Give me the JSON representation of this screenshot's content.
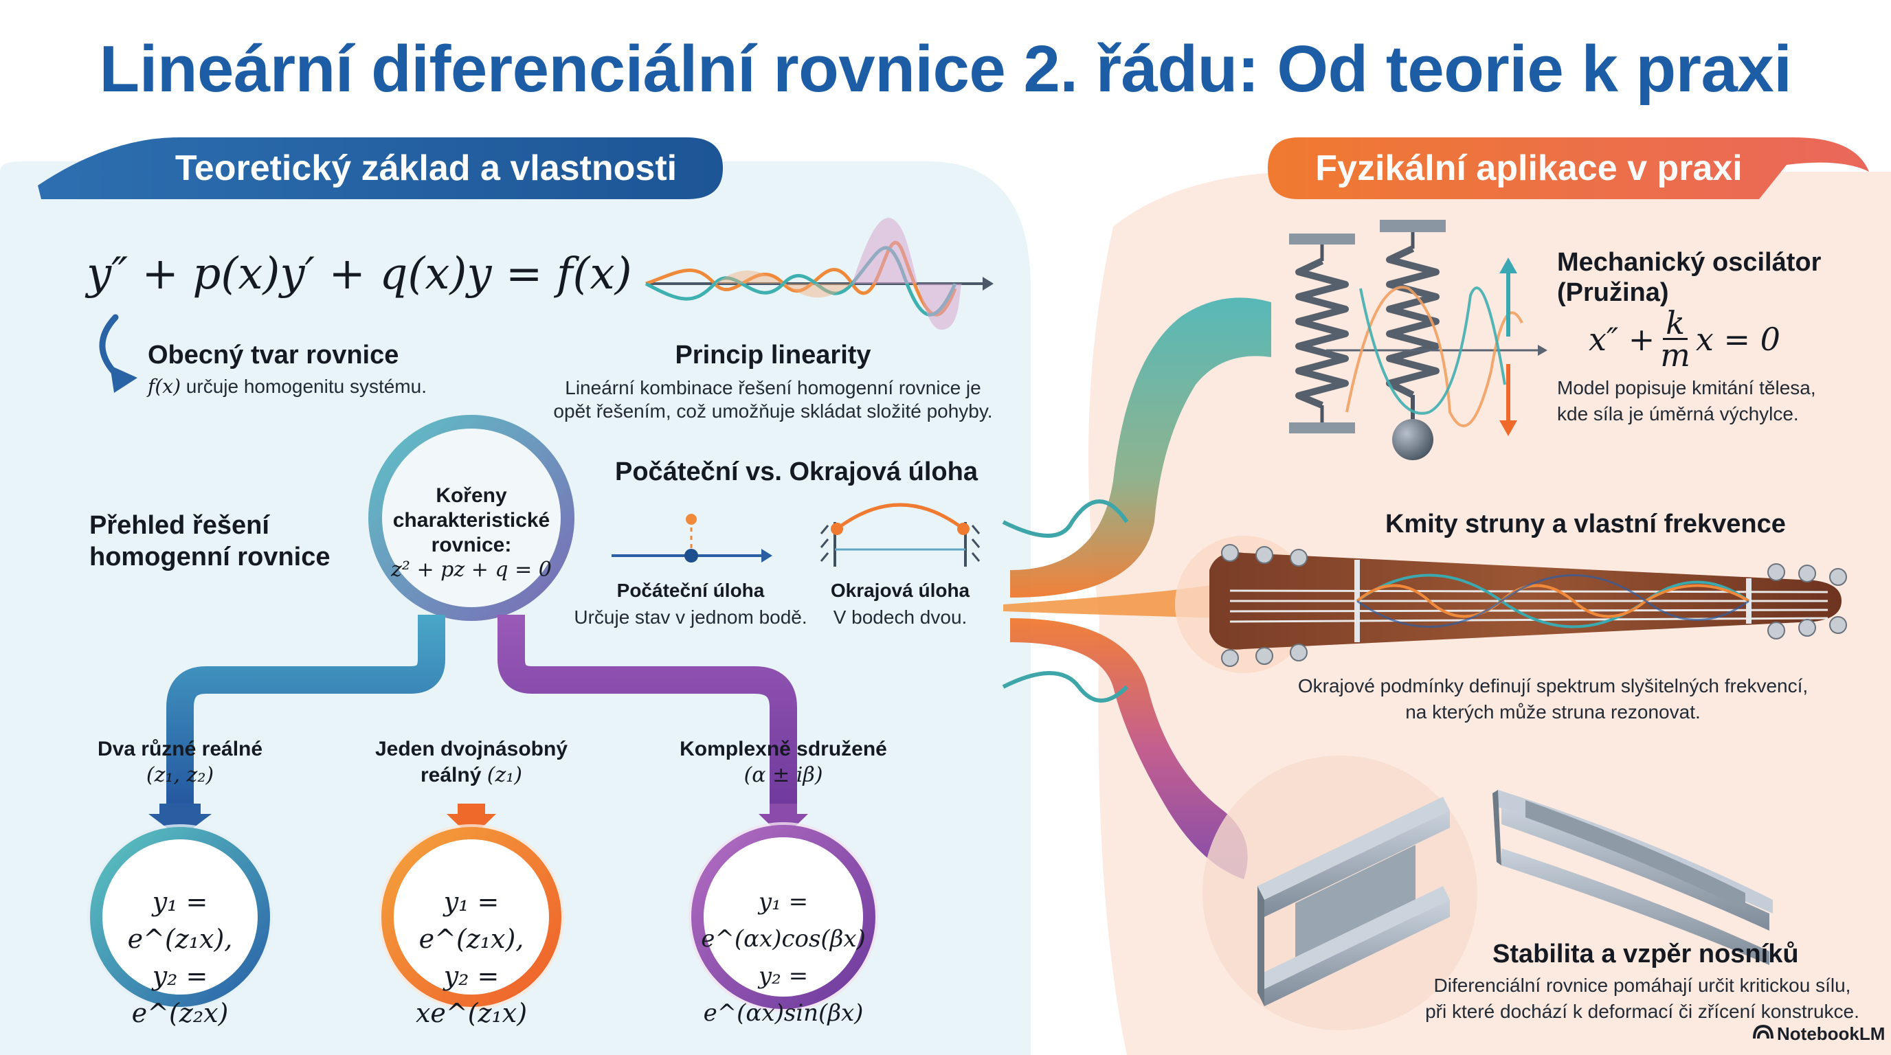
{
  "title": "Lineární diferenciální rovnice 2. řádu: Od teorie k praxi",
  "left_banner": "Teoretický základ a vlastnosti",
  "right_banner": "Fyzikální aplikace v praxi",
  "general_form": {
    "equation": "y″ + p(x)y′ + q(x)y = f(x)",
    "heading": "Obecný tvar rovnice",
    "note_math": "f(x)",
    "note_text": " určuje homogenitu systému."
  },
  "linearity": {
    "heading": "Princip linearity",
    "line1": "Lineární kombinace řešení homogenní rovnice je",
    "line2": "opět řešením, což umožňuje skládat složité pohyby."
  },
  "overview": {
    "line1": "Přehled řešení",
    "line2": "homogenní rovnice"
  },
  "roots": {
    "line1": "Kořeny",
    "line2": "charakteristické",
    "line3": "rovnice:",
    "equation": "z² + pz + q = 0"
  },
  "tasks": {
    "heading": "Počáteční vs. Okrajová úloha",
    "initial_title": "Počáteční úloha",
    "initial_desc": "Určuje stav v jednom bodě.",
    "boundary_title": "Okrajová úloha",
    "boundary_desc": "V bodech dvou."
  },
  "cases": [
    {
      "title": "Dva různé reálné",
      "sub": "(z₁, z₂)",
      "sol1": "y₁ = e^(z₁x),",
      "sol2": "y₂ = e^(z₂x)"
    },
    {
      "title": "Jeden dvojnásobný",
      "title2": "reálný",
      "sub": "(z₁)",
      "sol1": "y₁ = e^(z₁x),",
      "sol2": "y₂ = xe^(z₁x)"
    },
    {
      "title": "Komplexně sdružené",
      "sub": "(α ± iβ)",
      "sol1": "y₁ = e^(αx)cos(βx)",
      "sol2": "y₂ = e^(αx)sin(βx)"
    }
  ],
  "oscillator": {
    "heading1": "Mechanický oscilátor",
    "heading2": "(Pružina)",
    "equation_left": "x″ +",
    "frac_num": "k",
    "frac_den": "m",
    "equation_right": "x = 0",
    "desc1": "Model popisuje kmitání tělesa,",
    "desc2": "kde síla je úměrná výchylce."
  },
  "string": {
    "heading": "Kmity struny a vlastní frekvence",
    "desc1": "Okrajové podmínky definují spektrum slyšitelných frekvencí,",
    "desc2": "na kterých může struna rezonovat."
  },
  "beam": {
    "heading": "Stabilita a vzpěr nosníků",
    "desc1": "Diferenciální rovnice pomáhají určit kritickou sílu,",
    "desc2": "při které dochází k deformací či zřícení konstrukce."
  },
  "brand": "NotebookLM",
  "colors": {
    "title_blue": "#1d5da5",
    "teal": "#4fb3b6",
    "orange": "#f0752b",
    "purple": "#8e4fae",
    "left_bg": "#e6f3f6",
    "right_bg": "#fbe6dc"
  }
}
